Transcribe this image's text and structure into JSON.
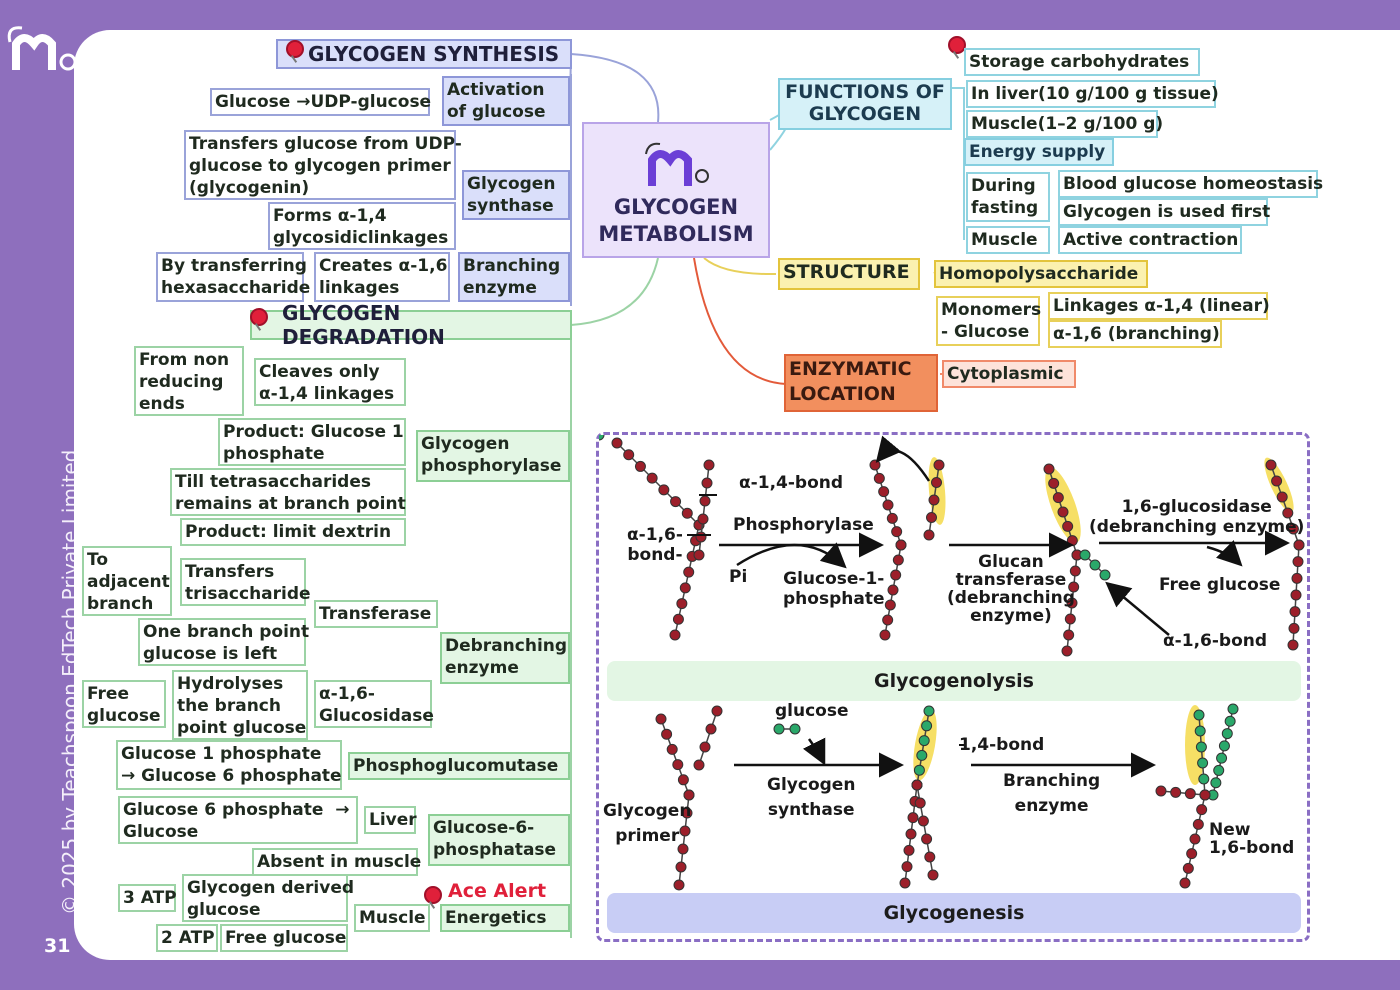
{
  "page": {
    "number": "31",
    "copyright": "© 2025 by Teachspoon EdTech Private Limited"
  },
  "center": {
    "title": "GLYCOGEN\nMETABOLISM"
  },
  "synthesis": {
    "header": "GLYCOGEN SYNTHESIS",
    "activation": "Activation\nof glucose",
    "glucose_udp": "Glucose →UDP-glucose",
    "synthase": "Glycogen\nsynthase",
    "transfers": "Transfers glucose from UDP-\nglucose to glycogen primer\n(glycogenin)",
    "forms": "Forms α-1,4\nglycosidiclinkages",
    "branching": "Branching\nenzyme",
    "by_transferring": "By transferring\nhexasaccharide",
    "creates": "Creates α-1,6\nlinkages"
  },
  "degradation": {
    "header": "GLYCOGEN DEGRADATION",
    "phosphorylase": "Glycogen\nphosphorylase",
    "from_non_reducing": "From non\nreducing\nends",
    "cleaves": "Cleaves only\nα-1,4 linkages",
    "product_g1p": "Product: Glucose 1\nphosphate",
    "till_tetra": "Till tetrasaccharides\nremains at branch point",
    "limit_dextrin": "Product: limit dextrin",
    "debranching": "Debranching\nenzyme",
    "transferase": "Transferase",
    "to_adjacent": "To\nadjacent\nbranch",
    "transfers_tri": "Transfers\ntrisaccharide",
    "one_branch": "One branch point\nglucose is left",
    "glucosidase": "α-1,6-\nGlucosidase",
    "free_glucose": "Free\nglucose",
    "hydrolyses": "Hydrolyses\nthe branch\npoint glucose",
    "phosphoglucomutase": "Phosphoglucomutase",
    "g1p_g6p": "Glucose 1 phosphate\n→ Glucose 6 phosphate",
    "g6pase": "Glucose-6-\nphosphatase",
    "liver": "Liver",
    "g6p_glucose": "Glucose 6 phosphate  →\nGlucose",
    "absent_muscle": "Absent in muscle",
    "ace_alert": "Ace Alert",
    "energetics": "Energetics",
    "muscle": "Muscle",
    "atp3": "3 ATP",
    "glycogen_derived": "Glycogen derived\nglucose",
    "atp2": "2 ATP",
    "free_glucose2": "Free glucose"
  },
  "functions": {
    "header": "FUNCTIONS OF\nGLYCOGEN",
    "storage": "Storage carbohydrates",
    "liver": "In liver(10 g/100 g tissue)",
    "muscle": "Muscle(1–2 g/100 g)",
    "energy": "Energy supply",
    "during_fasting": "During\nfasting",
    "homeostasis": "Blood glucose homeostasis",
    "used_first": "Glycogen is used first",
    "muscle2": "Muscle",
    "contraction": "Active contraction"
  },
  "structure": {
    "header": "STRUCTURE",
    "homopoly": "Homopolysaccharide",
    "monomers": "Monomers\n- Glucose",
    "linear": "Linkages α-1,4 (linear)",
    "branching": "α-1,6 (branching)"
  },
  "location": {
    "header": "ENZYMATIC\nLOCATION",
    "value": "Cytoplasmic"
  },
  "diagram": {
    "a16bond": "α-1,6-\nbond-",
    "a14bond": "α-1,4-bond",
    "phosphorylase": "Phosphorylase",
    "pi": "Pi",
    "g1p": "Glucose-1-\nphosphate",
    "glucan": "Glucan\ntransferase\n(debranching\nenzyme)",
    "glucosidase": "1,6-glucosidase\n(debranching enzyme)",
    "free_glucose": "Free glucose",
    "a16bond2": "α-1,6-bond",
    "glycogenolysis": "Glycogenolysis",
    "glucose": "glucose",
    "primer": "Glycogen\nprimer",
    "synthase": "Glycogen\nsynthase",
    "bond14": "1,4-bond",
    "branching": "Branching\nenzyme",
    "new16": "New\n1,6-bond",
    "glycogenesis": "Glycogenesis"
  },
  "colors": {
    "frame": "#8e6fbd",
    "blue": "#dadffa",
    "green": "#e3f6e4",
    "teal": "#d6f1f8",
    "yellow": "#fbf1b0",
    "orange": "#f28f5e"
  }
}
